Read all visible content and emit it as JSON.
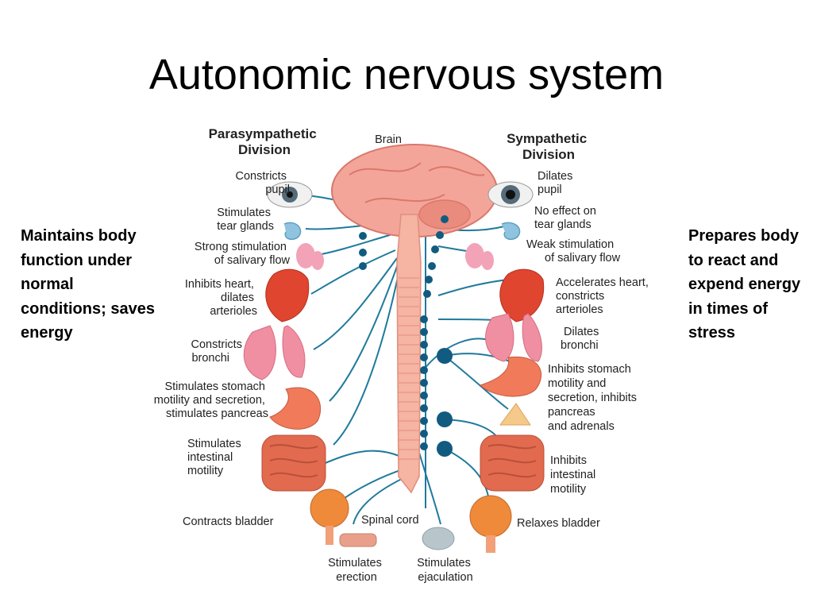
{
  "slide": {
    "title": "Autonomic nervous system",
    "left_note": "Maintains body function under normal conditions; saves energy",
    "right_note": "Prepares body to react and expend energy in times of stress"
  },
  "diagram": {
    "parasympathetic": {
      "header": [
        "Parasympathetic",
        "Division"
      ],
      "labels": [
        [
          "Constricts",
          "pupil"
        ],
        [
          "Stimulates",
          "tear glands"
        ],
        [
          "Strong stimulation",
          "of salivary flow"
        ],
        [
          "Inhibits heart,",
          "dilates",
          "arterioles"
        ],
        [
          "Constricts",
          "bronchi"
        ],
        [
          "Stimulates stomach",
          "motility and secretion,",
          "stimulates pancreas"
        ],
        [
          "Stimulates",
          "intestinal",
          "motility"
        ],
        [
          "Contracts bladder"
        ]
      ]
    },
    "sympathetic": {
      "header": [
        "Sympathetic",
        "Division"
      ],
      "labels": [
        [
          "Dilates",
          "pupil"
        ],
        [
          "No effect on",
          "tear glands"
        ],
        [
          "Weak stimulation",
          "of salivary flow"
        ],
        [
          "Accelerates heart,",
          "constricts",
          "arterioles"
        ],
        [
          "Dilates",
          "bronchi"
        ],
        [
          "Inhibits stomach",
          "motility and",
          "secretion, inhibits",
          "pancreas",
          "and adrenals"
        ],
        [
          "Inhibits",
          "intestinal",
          "motility"
        ],
        [
          "Relaxes bladder"
        ]
      ]
    },
    "center": {
      "brain": "Brain",
      "spinal_cord": "Spinal cord",
      "stim_erection": [
        "Stimulates",
        "erection"
      ],
      "stim_ejaculation": [
        "Stimulates",
        "ejaculation"
      ]
    },
    "colors": {
      "nerve": "#1f7a9c",
      "ganglion": "#125b80",
      "brain": "#f4a59a",
      "spine": "#f6b4a2",
      "organ_red": "#e0452f",
      "lung": "#f08fa2",
      "intestine": "#e26a4f"
    }
  }
}
